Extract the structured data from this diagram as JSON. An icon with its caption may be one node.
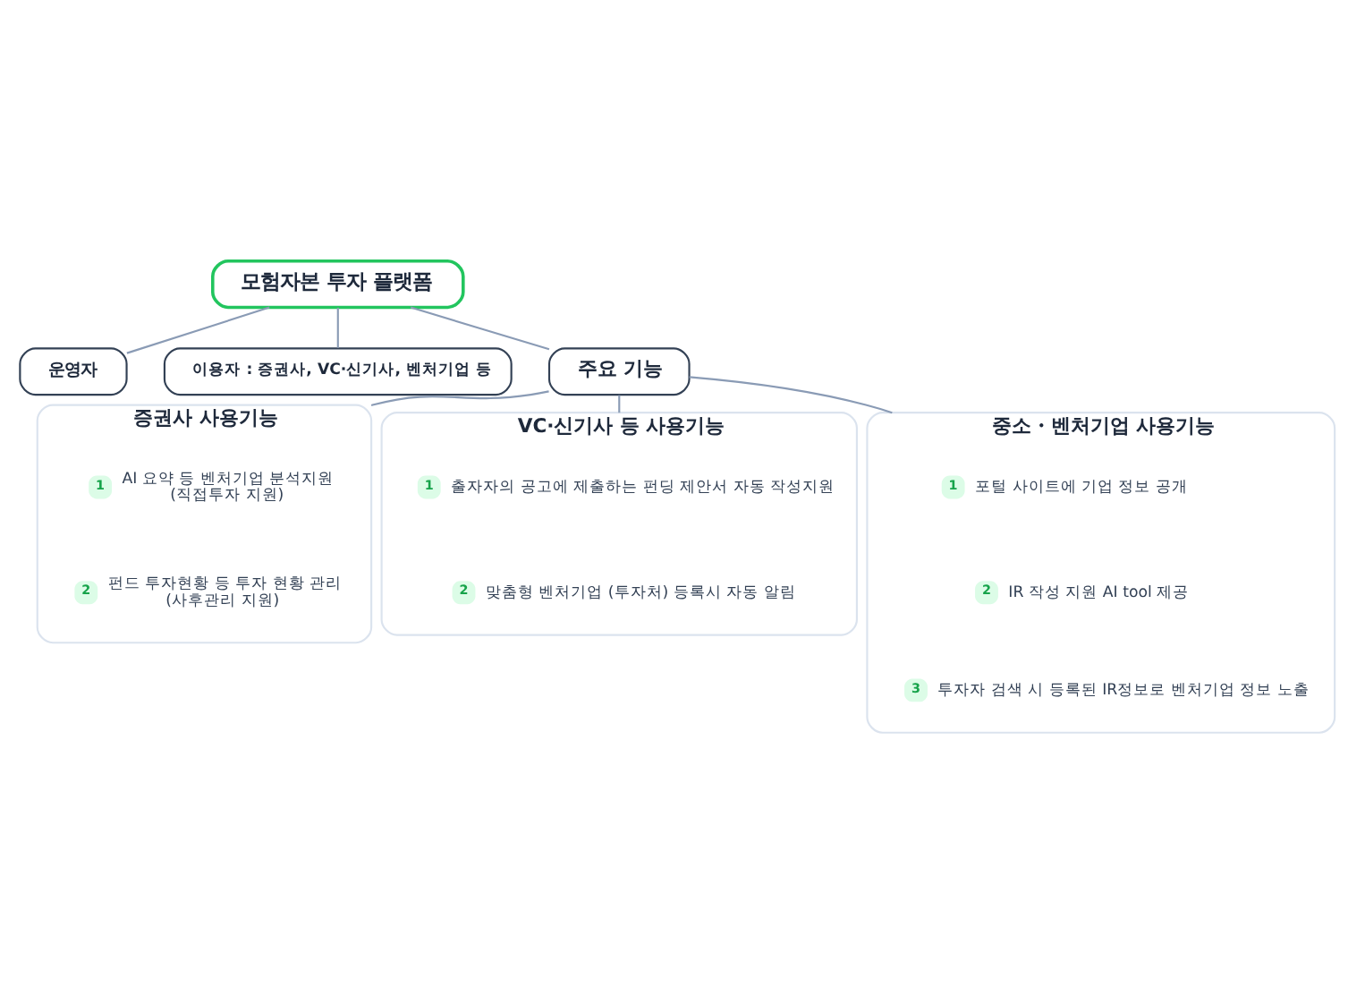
{
  "diagram": {
    "nodes": [
      {
        "text": [
          "모험자본 투자 플랫폼"
        ]
      },
      {
        "text": [
          "운영자"
        ]
      },
      {
        "text": [
          "이용자 : 증권사, VC·신기사, 벤처기업 등"
        ]
      },
      {
        "text": [
          "주요 기능"
        ]
      },
      {
        "text": [
          "증권사 사용기능"
        ]
      },
      {
        "text": [
          "1"
        ],
        "in": 4,
        "beside": [
          "AI 요약 등 벤처기업 분석지원",
          "(직접투자 지원)"
        ]
      },
      {
        "text": [
          "2"
        ],
        "in": 4,
        "beside": [
          "펀드 투자현황 등 투자 현황 관리",
          "(사후관리 지원)"
        ]
      },
      {
        "text": [
          "VC·신기사 등 사용기능"
        ]
      },
      {
        "text": [
          "1"
        ],
        "in": 7,
        "beside": [
          "출자자의 공고에 제출하는 펀딩 제안서 자동 작성지원"
        ]
      },
      {
        "text": [
          "2"
        ],
        "in": 7,
        "beside": [
          "맞춤형 벤처기업 (투자처) 등록시 자동 알림"
        ]
      },
      {
        "text": [
          "중소・벤처기업 사용기능"
        ]
      },
      {
        "text": [
          "1"
        ],
        "in": 10,
        "beside": [
          "포털 사이트에 기업 정보 공개"
        ]
      },
      {
        "text": [
          "2"
        ],
        "in": 10,
        "beside": [
          "IR 작성 지원 AI tool 제공"
        ]
      },
      {
        "text": [
          "3"
        ],
        "in": 10,
        "beside": [
          "투자자 검색 시 등록된 IR정보로 벤처기업 정보 노출"
        ]
      }
    ],
    "edges": [
      {
        "from": 0,
        "to": 1,
        "arrow": "none"
      },
      {
        "from": 0,
        "to": 2,
        "arrow": "none"
      },
      {
        "from": 0,
        "to": 3,
        "arrow": "none"
      },
      {
        "from": 3,
        "to": 4,
        "arrow": "none"
      },
      {
        "from": 3,
        "to": 7,
        "arrow": "none"
      },
      {
        "from": 3,
        "to": 10,
        "arrow": "none"
      }
    ]
  }
}
